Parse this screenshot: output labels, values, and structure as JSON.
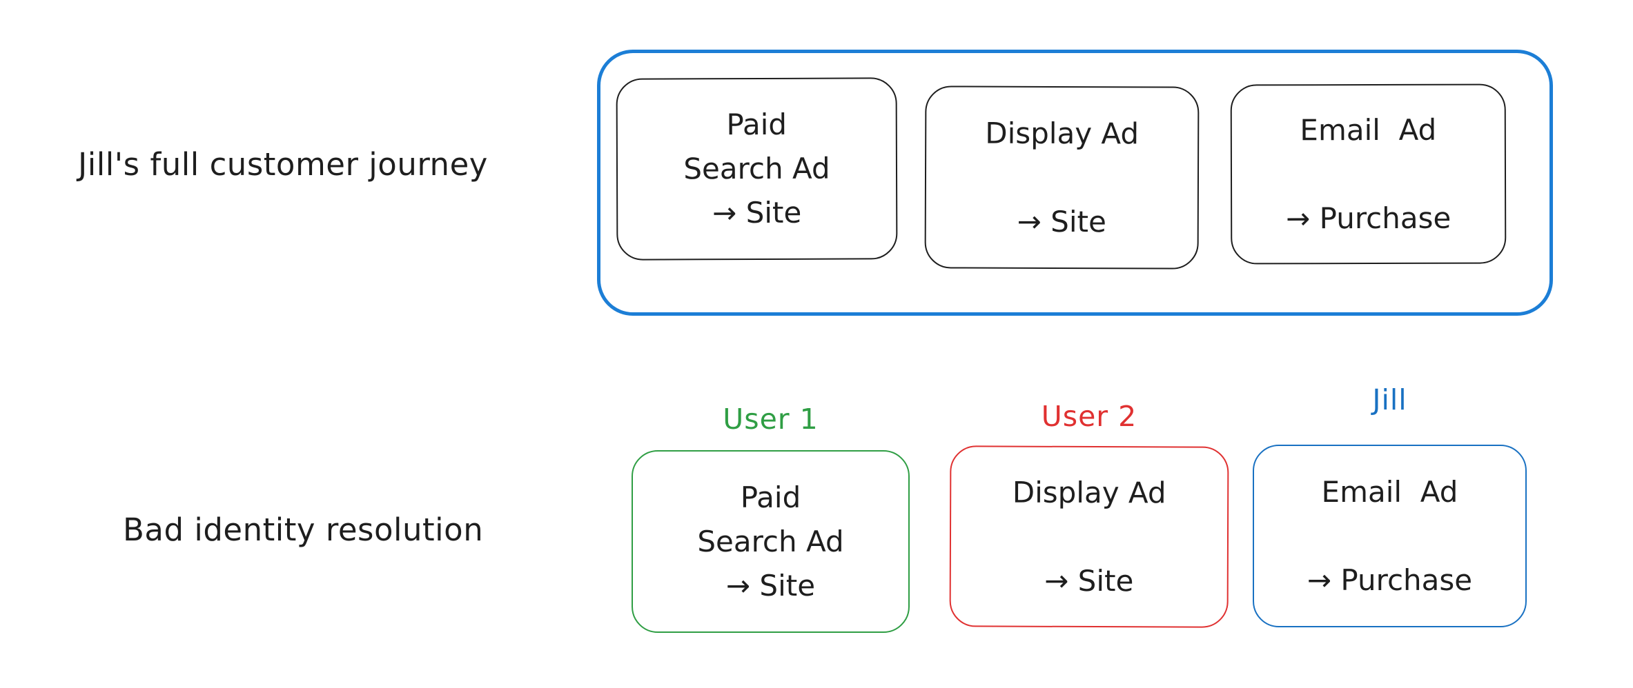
{
  "colors": {
    "ink": "#1e1e1e",
    "journey_outline_blue": "#1c7ed6",
    "green": "#2f9e44",
    "red": "#e03131",
    "blue": "#1971c2",
    "background": "#ffffff"
  },
  "journey": {
    "label": "Jill's full customer journey",
    "steps": [
      {
        "text": "Paid\nSearch Ad\n→ Site"
      },
      {
        "text": "Display Ad\n\n→ Site"
      },
      {
        "text": "Email  Ad\n\n→ Purchase"
      }
    ]
  },
  "resolution": {
    "label": "Bad identity resolution",
    "identities": [
      {
        "name": "User 1",
        "color": "#2f9e44",
        "text": "Paid\nSearch Ad\n→ Site"
      },
      {
        "name": "User 2",
        "color": "#e03131",
        "text": "Display Ad\n\n→ Site"
      },
      {
        "name": "Jill",
        "color": "#1971c2",
        "text": "Email  Ad\n\n→ Purchase"
      }
    ]
  }
}
